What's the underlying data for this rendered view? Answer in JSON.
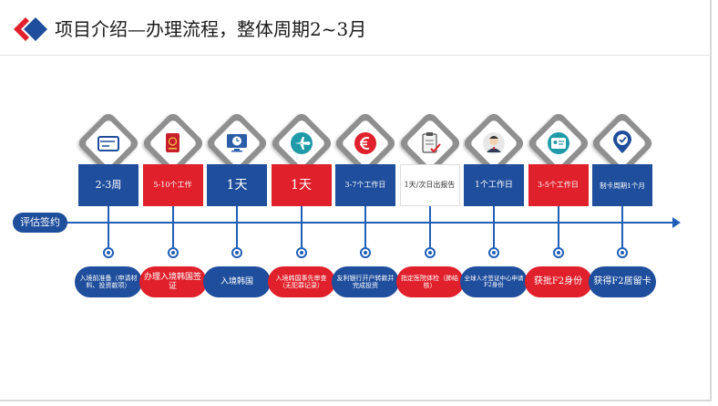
{
  "title": "项目介绍—办理流程，整体周期2~3月",
  "start_label": "评估签约",
  "colors": {
    "blue": "#1f4e9c",
    "red": "#e0202b",
    "axis": "#1f5fb8"
  },
  "steps": [
    {
      "icon": "wallet-card-icon",
      "card_color": "blue",
      "card_text": "2-3周",
      "card_size": 11,
      "pill_color": "blue",
      "pill_text": "入境前准备（申请材料、投资款项）",
      "pill_size": 7
    },
    {
      "icon": "passport-icon",
      "card_color": "red",
      "card_text": "5-10个工作",
      "card_size": 8,
      "pill_color": "red",
      "pill_text": "办理入境韩国签证",
      "pill_size": 9
    },
    {
      "icon": "desktop-clock-icon",
      "card_color": "blue",
      "card_text": "1天",
      "card_size": 14,
      "pill_color": "blue",
      "pill_text": "入境韩国",
      "pill_size": 9
    },
    {
      "icon": "airplane-icon",
      "card_color": "red",
      "card_text": "1天",
      "card_size": 14,
      "pill_color": "red",
      "pill_text": "入境韩国事先审查（无犯罪记录）",
      "pill_size": 7
    },
    {
      "icon": "euro-coin-icon",
      "card_color": "blue",
      "card_text": "3-7个工作日",
      "card_size": 8,
      "pill_color": "blue",
      "pill_text": "友利银行开户转款并完成投资",
      "pill_size": 7
    },
    {
      "icon": "clipboard-check-icon",
      "card_color": "white",
      "card_text": "1天/次日出报告",
      "card_size": 8,
      "pill_color": "red",
      "pill_text": "指定医院体检（肺结核）",
      "pill_size": 7
    },
    {
      "icon": "person-avatar-icon",
      "card_color": "blue",
      "card_text": "1个工作日",
      "card_size": 9,
      "pill_color": "blue",
      "pill_text": "全球人才签证中心申请F2身份",
      "pill_size": 6.5
    },
    {
      "icon": "id-card-icon",
      "card_color": "red",
      "card_text": "3-5个工作日",
      "card_size": 8,
      "pill_color": "red",
      "pill_text": "获批F2身份",
      "pill_size": 10
    },
    {
      "icon": "location-check-icon",
      "card_color": "blue",
      "card_text": "制卡周期1个月",
      "card_size": 7.5,
      "pill_color": "blue",
      "pill_text": "获得F2居留卡",
      "pill_size": 10
    }
  ]
}
